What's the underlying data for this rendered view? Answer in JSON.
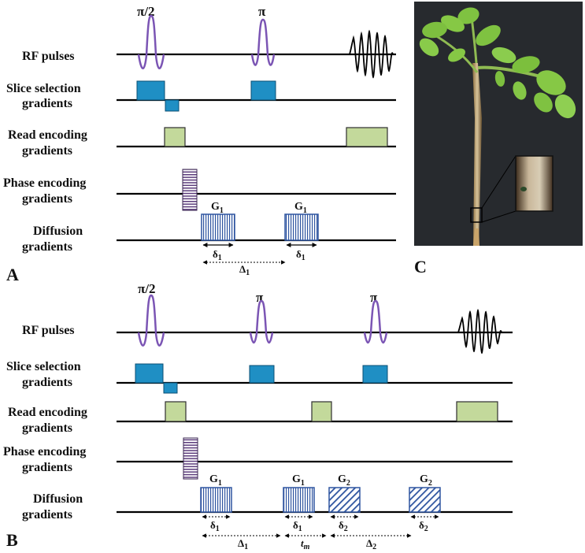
{
  "panels": {
    "A": {
      "letter": "A",
      "rows": [
        {
          "label1": "RF pulses",
          "label2": ""
        },
        {
          "label1": "Slice selection",
          "label2": "gradients"
        },
        {
          "label1": "Read encoding",
          "label2": "gradients"
        },
        {
          "label1": "Phase encoding",
          "label2": "gradients"
        },
        {
          "label1": "Diffusion",
          "label2": "gradients"
        }
      ],
      "pulses": [
        "π/2",
        "π"
      ],
      "gradient_labels": [
        "G",
        "G"
      ],
      "gradient_subs": [
        "1",
        "1"
      ],
      "delta_small": [
        "δ",
        "δ"
      ],
      "delta_small_subs": [
        "1",
        "1"
      ],
      "delta_big": "Δ",
      "delta_big_sub": "1"
    },
    "B": {
      "letter": "B",
      "rows": [
        {
          "label1": "RF pulses",
          "label2": ""
        },
        {
          "label1": "Slice selection",
          "label2": "gradients"
        },
        {
          "label1": "Read encoding",
          "label2": "gradients"
        },
        {
          "label1": "Phase encoding",
          "label2": "gradients"
        },
        {
          "label1": "Diffusion",
          "label2": "gradients"
        }
      ],
      "pulses": [
        "π/2",
        "π",
        "π"
      ],
      "gradient_labels": [
        "G",
        "G",
        "G",
        "G"
      ],
      "gradient_subs": [
        "1",
        "1",
        "2",
        "2"
      ],
      "delta_small": [
        "δ",
        "δ",
        "δ",
        "δ"
      ],
      "delta_small_subs": [
        "1",
        "1",
        "2",
        "2"
      ],
      "delta_big": [
        "Δ",
        "Δ"
      ],
      "delta_big_subs": [
        "1",
        "2"
      ],
      "tm": "t",
      "tm_sub": "m"
    },
    "C": {
      "letter": "C"
    }
  },
  "colors": {
    "rf_pulse": "#7b55b4",
    "slice_gradient": "#1f8fc4",
    "read_gradient": "#c3d99b",
    "phase_gradient": "#5a3a7a",
    "diffusion_gradient": "#2f55a0",
    "photo_background": "#2a2d33",
    "plant_leaf": "#7fc241"
  }
}
